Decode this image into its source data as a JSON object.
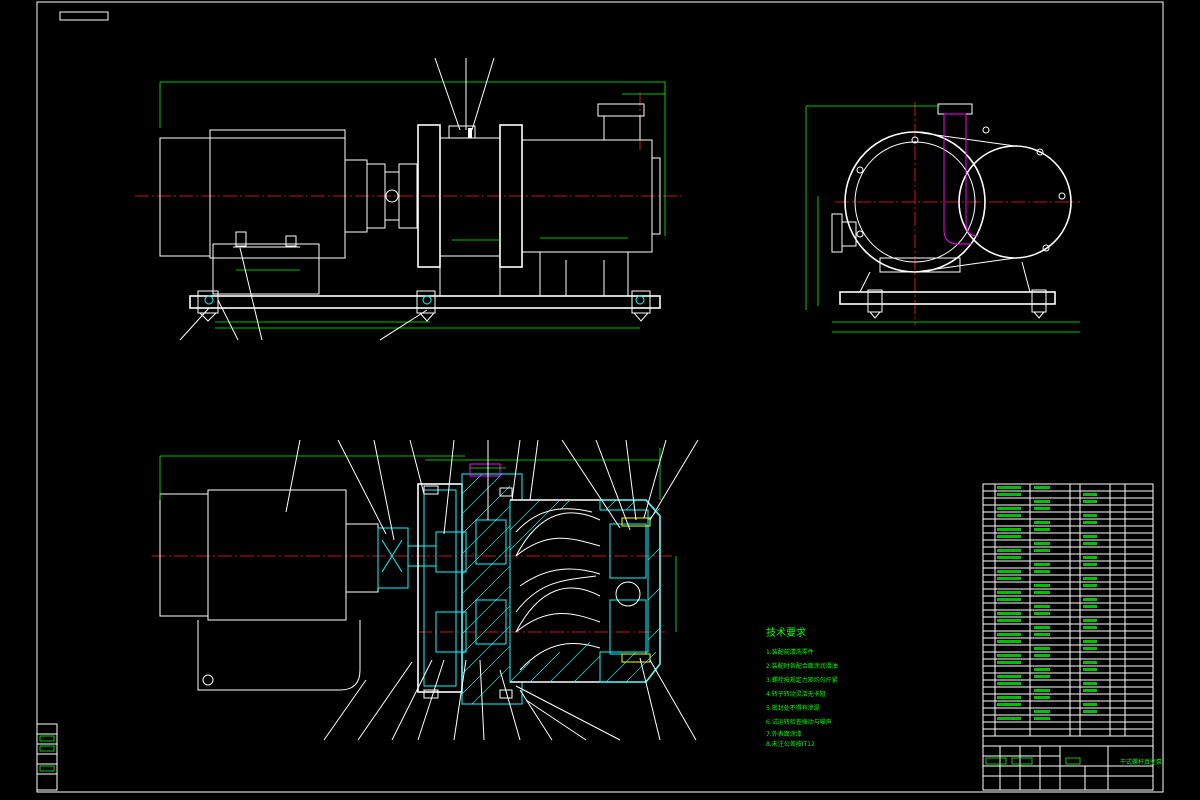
{
  "colors": {
    "background": "#000000",
    "outline": "#ffffff",
    "section": "#00ffff",
    "dimension": "#00ff00",
    "centerline": "#ff2020",
    "pipe": "#ff00ff",
    "marker": "#ffff00"
  },
  "notes": {
    "title": "技术要求",
    "lines": [
      "1.装配前清洗零件",
      "2.装配时各配合面涂润滑油",
      "3.螺栓按规定力矩均匀拧紧",
      "4.转子转动灵活无卡阻",
      "5.密封处不得有泄漏",
      "6.试运转检查振动与噪声",
      "7.外表面涂漆",
      "8.未注公差按IT12"
    ]
  },
  "title_block": {
    "drawing_name": "干式螺杆真空泵"
  }
}
